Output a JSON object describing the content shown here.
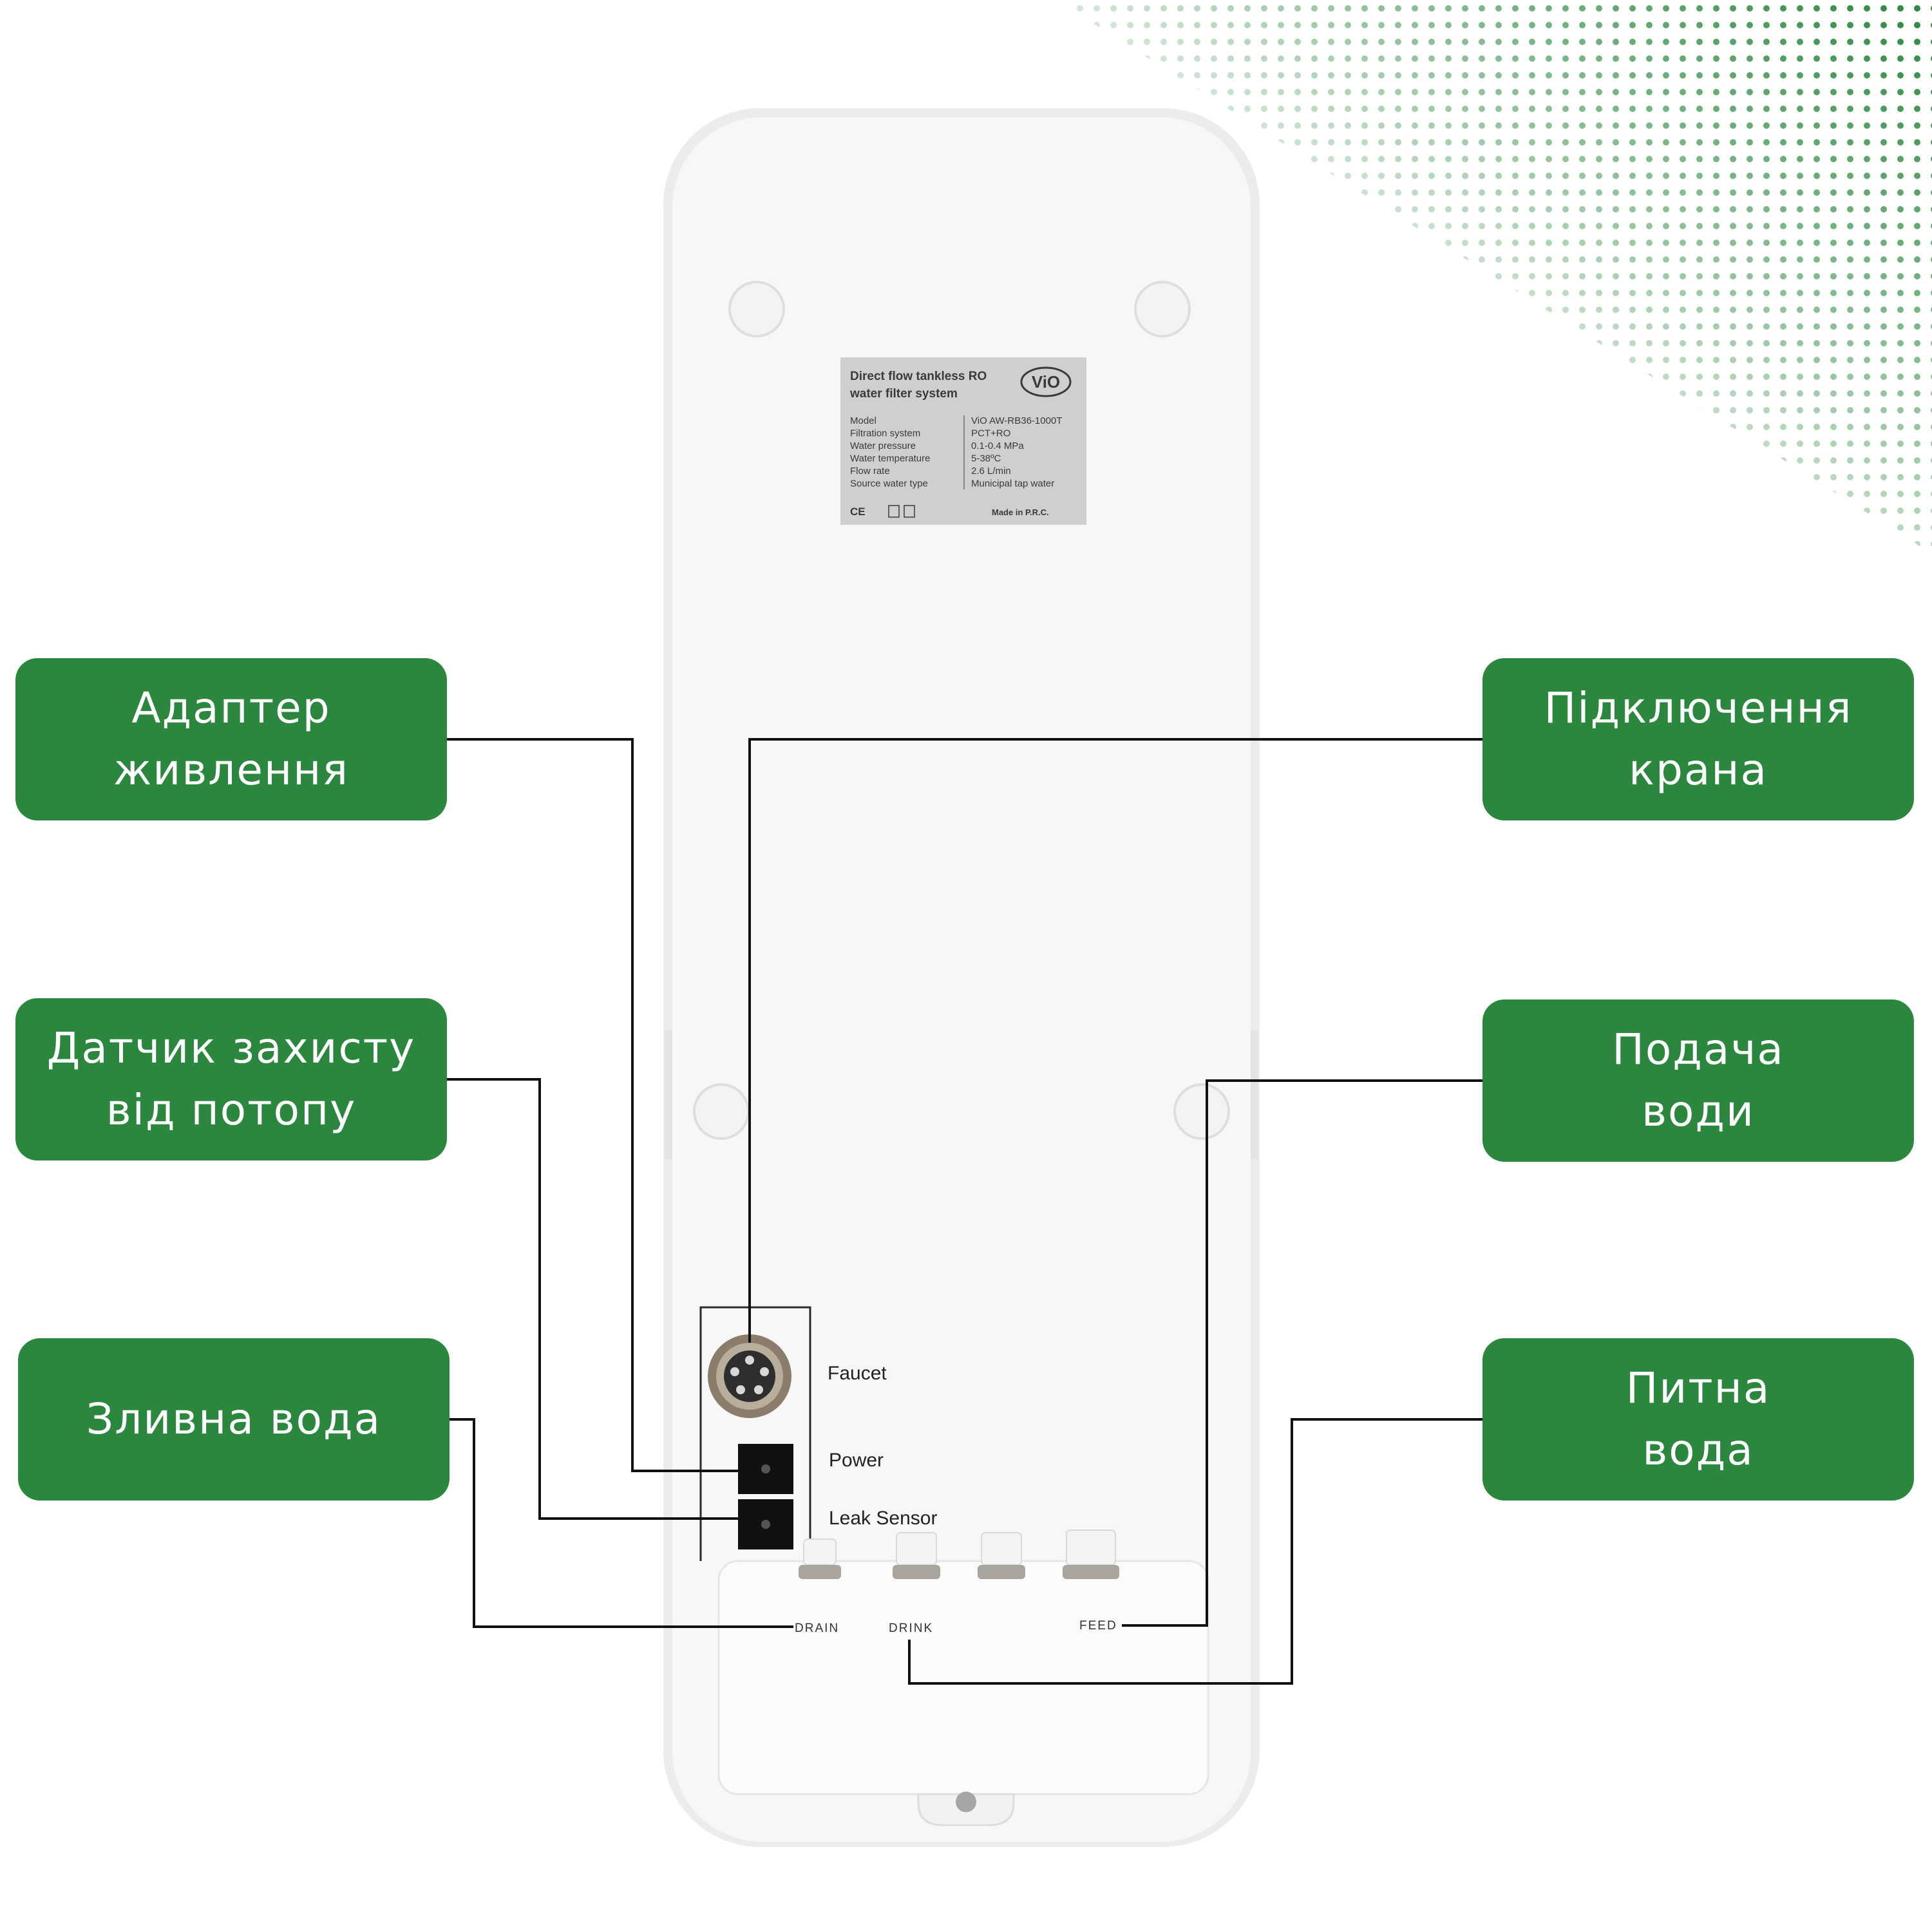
{
  "colors": {
    "accent": "#2a873d",
    "callout_text": "#ffffff",
    "device_body": "#f7f7f7",
    "label_plate": "#cfcfcf"
  },
  "callouts": {
    "power_adapter": "Адаптер\nживлення",
    "leak_sensor": "Датчик захисту\nвід потопу",
    "drain_water": "Зливна вода",
    "faucet_connection": "Підключення\nкрана",
    "water_feed": "Подача\nводи",
    "drinking_water": "Питна\nвода"
  },
  "device": {
    "ports": {
      "faucet": "Faucet",
      "power": "Power",
      "leak_sensor": "Leak Sensor"
    },
    "outlets": {
      "drain": "DRAIN",
      "drink": "DRINK",
      "feed": "FEED"
    },
    "plate": {
      "title_line1": "Direct flow tankless RO",
      "title_line2": "water filter system",
      "logo": "ViO",
      "specs": [
        {
          "label": "Model",
          "value": "ViO AW-RB36-1000T"
        },
        {
          "label": "Filtration system",
          "value": "PCT+RO"
        },
        {
          "label": "Water pressure",
          "value": "0.1-0.4 MPa"
        },
        {
          "label": "Water temperature",
          "value": "5-38ºC"
        },
        {
          "label": "Flow rate",
          "value": "2.6 L/min"
        },
        {
          "label": "Source water type",
          "value": "Municipal tap water"
        }
      ],
      "marks": "CE",
      "made_in": "Made in P.R.C."
    }
  }
}
